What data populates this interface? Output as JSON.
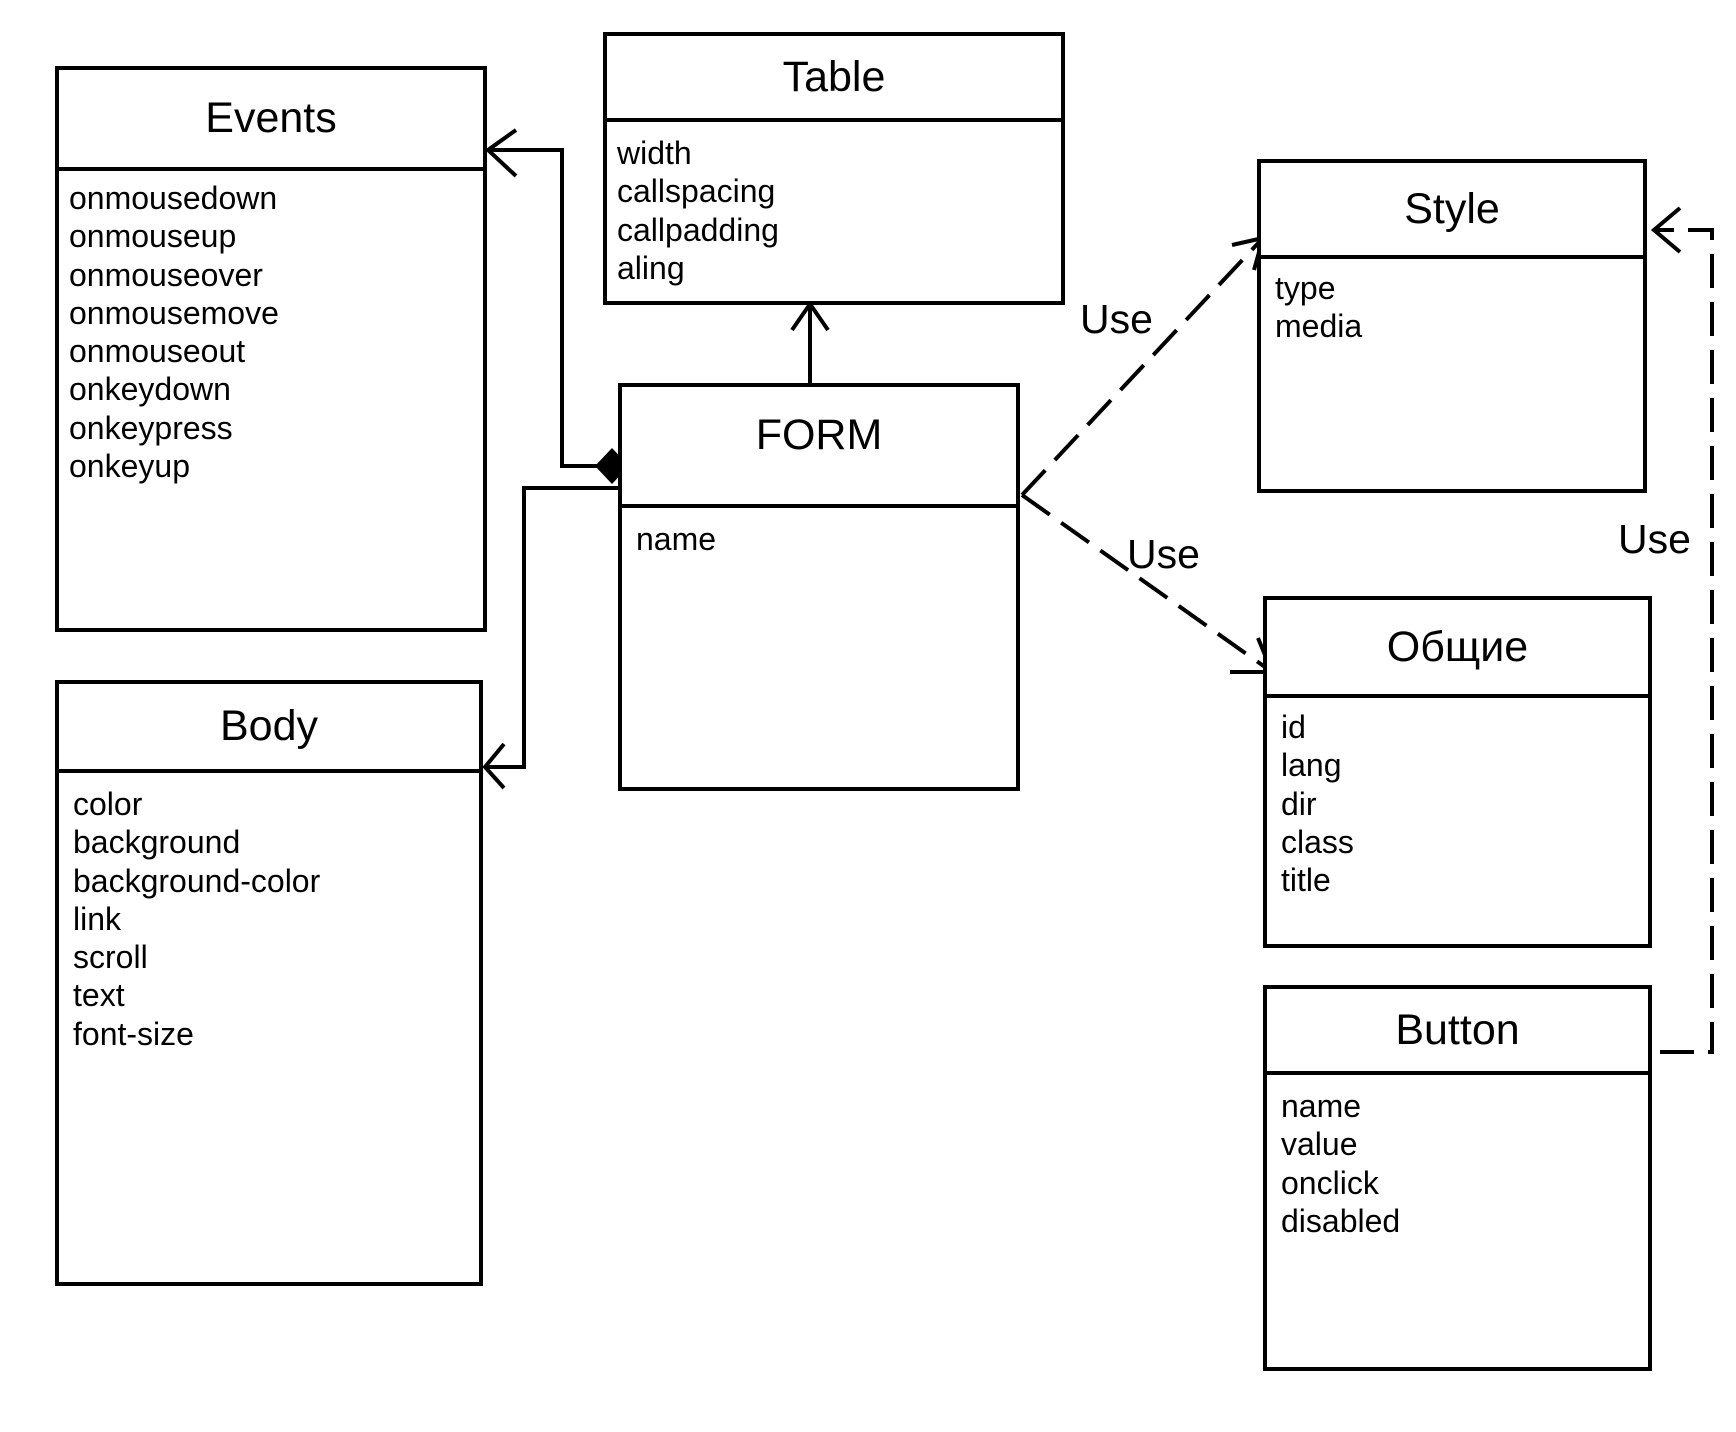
{
  "diagram": {
    "classes": {
      "events": {
        "name": "Events",
        "attributes": [
          "onmousedown",
          "onmouseup",
          "onmouseover",
          "onmousemove",
          "onmouseout",
          "onkeydown",
          "onkeypress",
          "onkeyup"
        ]
      },
      "table": {
        "name": "Table",
        "attributes": [
          "width",
          "callspacing",
          "callpadding",
          "aling"
        ]
      },
      "form": {
        "name": "FORM",
        "attributes": [
          "name"
        ]
      },
      "body": {
        "name": "Body",
        "attributes": [
          "color",
          "background",
          "background-color",
          "link",
          "scroll",
          "text",
          "font-size"
        ]
      },
      "style": {
        "name": "Style",
        "attributes": [
          "type",
          "media"
        ]
      },
      "common": {
        "name": "Общие",
        "attributes": [
          "id",
          "lang",
          "dir",
          "class",
          "title"
        ]
      },
      "button": {
        "name": "Button",
        "attributes": [
          "name",
          "value",
          "onclick",
          "disabled"
        ]
      }
    },
    "relations": [
      {
        "from": "form",
        "to": "table",
        "type": "association"
      },
      {
        "from": "form",
        "to": "events",
        "type": "composition"
      },
      {
        "from": "form",
        "to": "body",
        "type": "composition"
      },
      {
        "from": "form",
        "to": "style",
        "type": "dependency",
        "label": "Use"
      },
      {
        "from": "form",
        "to": "common",
        "type": "dependency",
        "label": "Use"
      },
      {
        "from": "button",
        "to": "style",
        "type": "dependency",
        "label": "Use"
      }
    ]
  }
}
